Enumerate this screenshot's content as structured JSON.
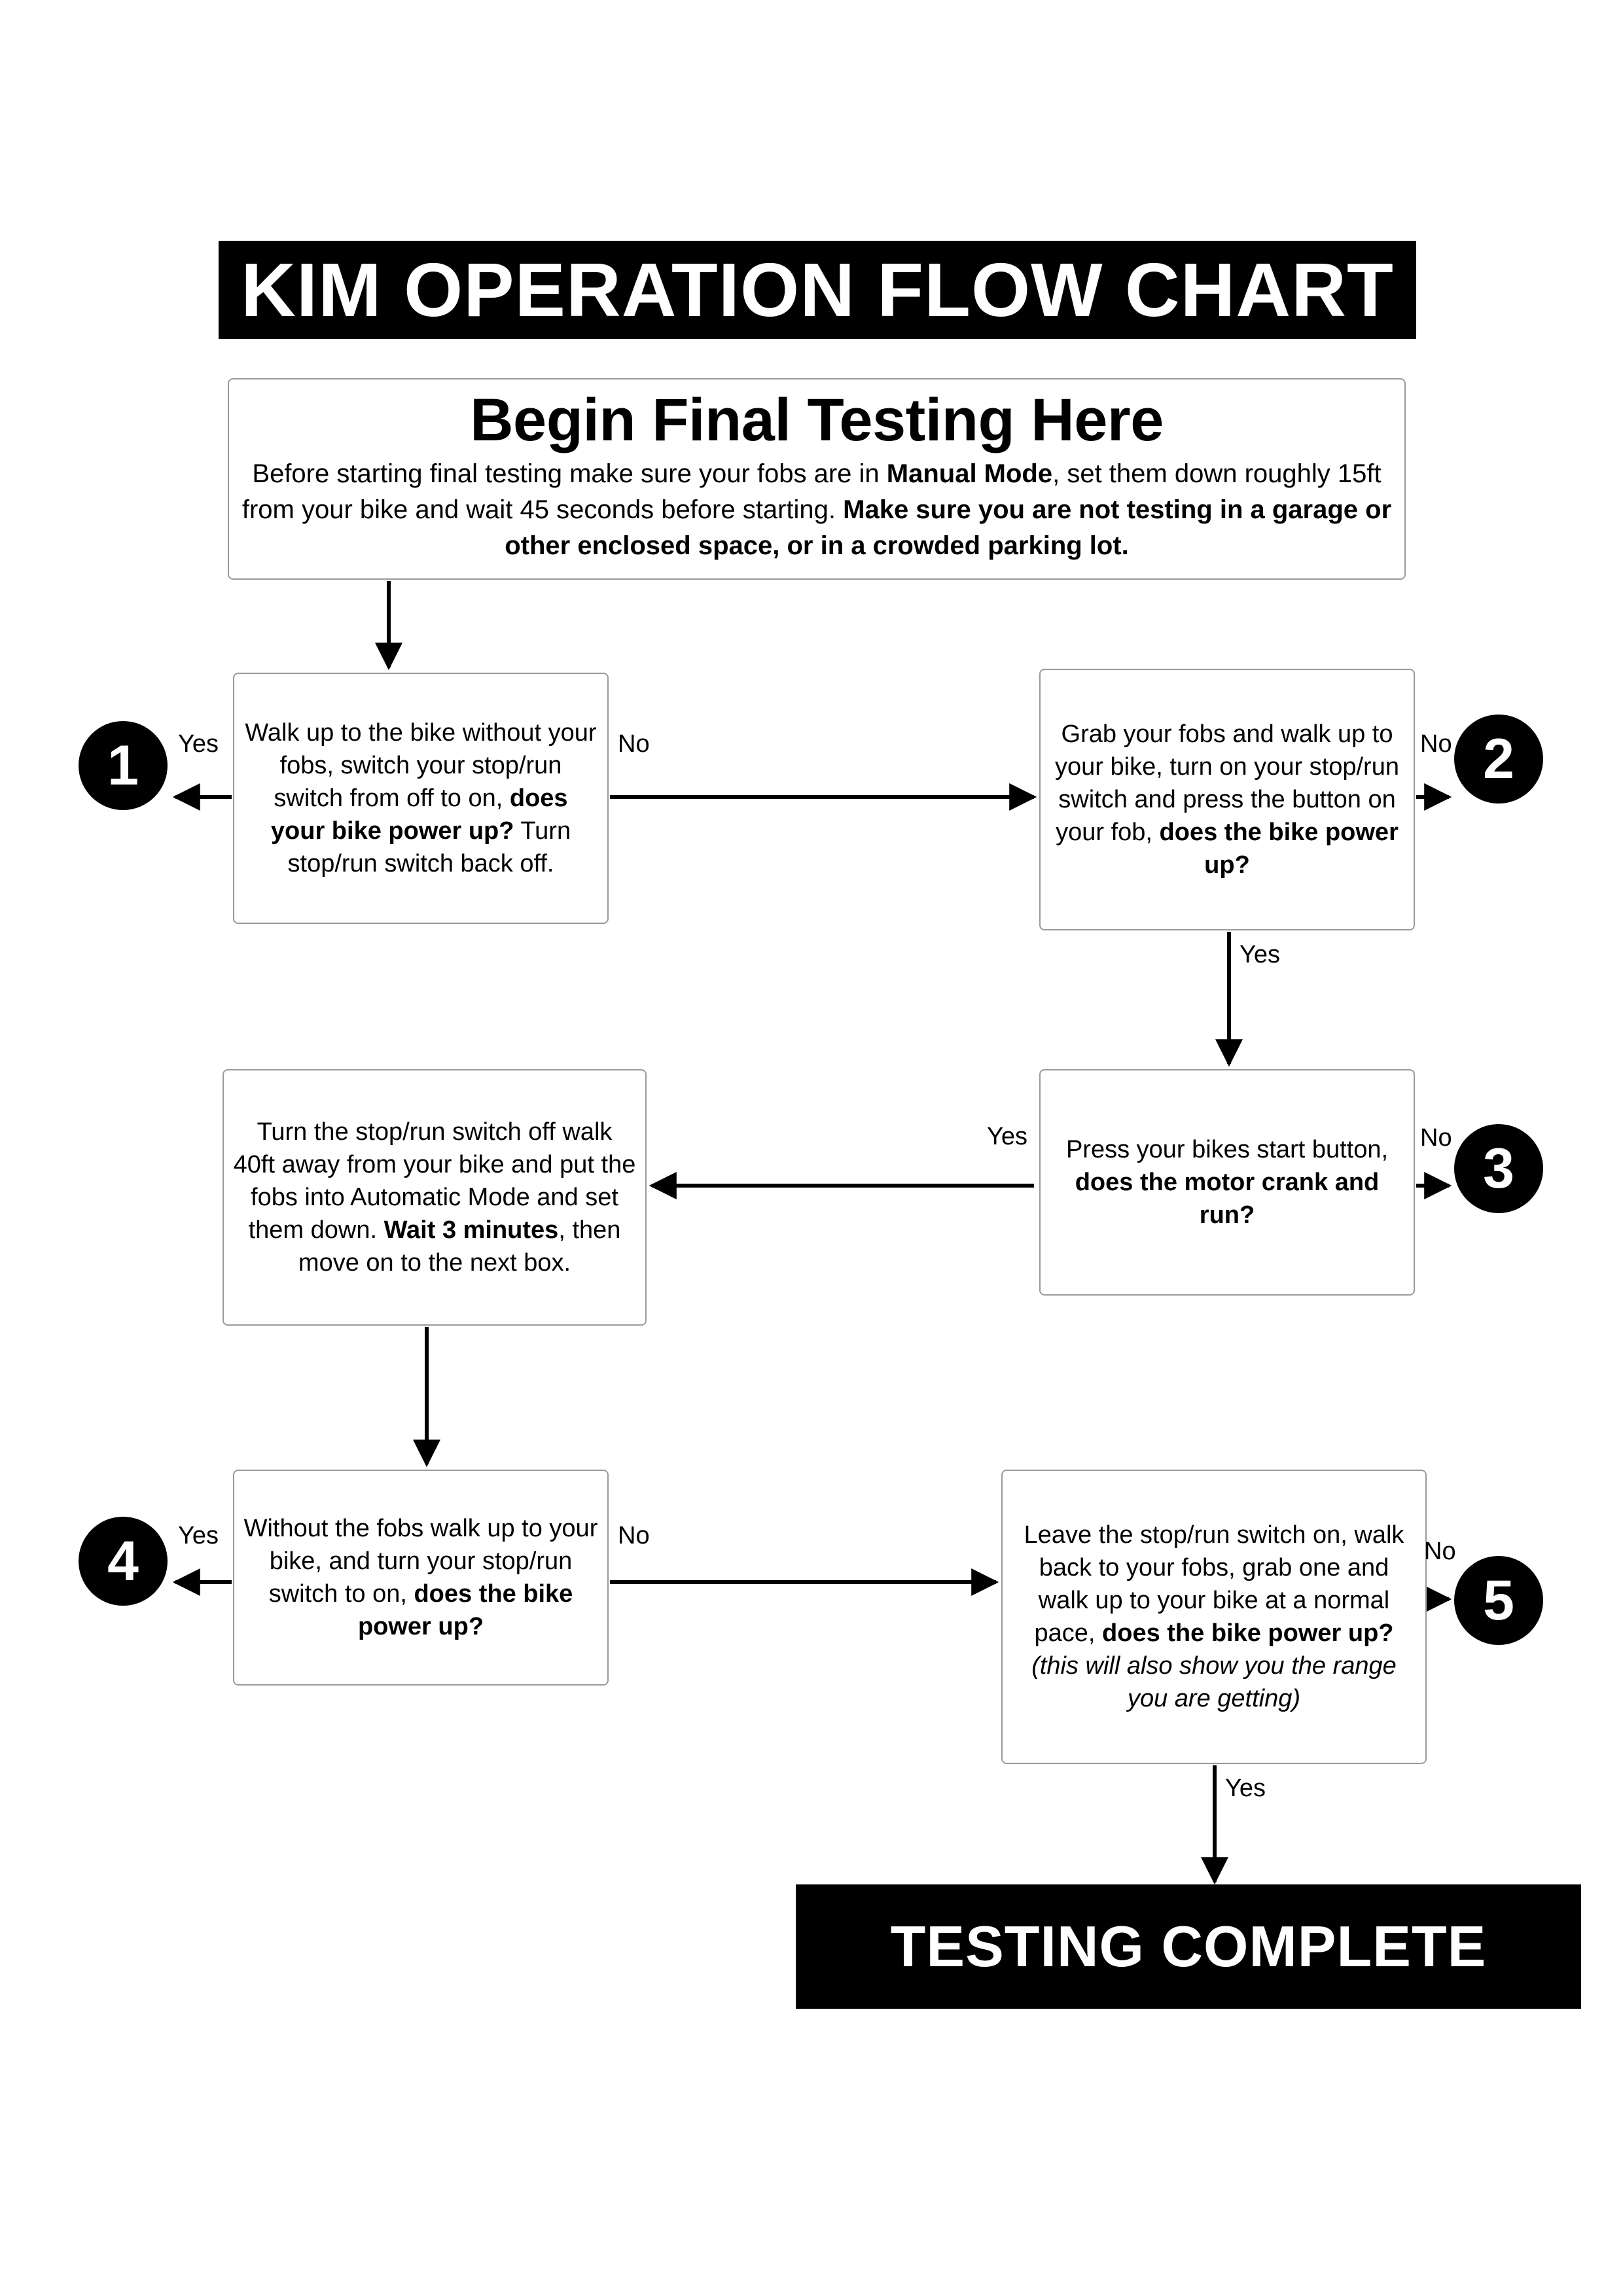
{
  "header": {
    "title": "KIM OPERATION FLOW CHART"
  },
  "intro": {
    "heading": "Begin Final Testing Here",
    "body_part1": "Before starting final testing make sure your fobs are in ",
    "body_bold1": "Manual Mode",
    "body_part2": ", set them down roughly 15ft from your bike and wait 45 seconds before starting. ",
    "body_bold2": "Make sure you are not testing in a garage or other enclosed space, or in a crowded parking lot."
  },
  "boxes": {
    "box1": {
      "text_a": "Walk up to the bike without your fobs, switch your stop/run switch from off to on, ",
      "text_b": "does your bike power up?",
      "text_c": " Turn stop/run switch back off."
    },
    "box2": {
      "text_a": "Grab your fobs and walk up to your bike, turn on your stop/run switch and press the button on your fob, ",
      "text_b": "does the bike power up?"
    },
    "box3": {
      "text_a": "Turn the stop/run switch off walk 40ft away from your bike and put the fobs into Automatic Mode and set them down. ",
      "text_b": "Wait 3 minutes",
      "text_c": ", then move on to the next box."
    },
    "box4": {
      "text_a": "Press your bikes start button, ",
      "text_b": "does the motor crank and run?"
    },
    "box5": {
      "text_a": "Without the fobs walk up to your bike, and turn your stop/run switch to on, ",
      "text_b": "does the bike power up?"
    },
    "box6": {
      "text_a": "Leave the stop/run switch on, walk back to your fobs, grab one and walk up to your bike at a normal pace, ",
      "text_b": "does the bike power up?",
      "text_c": " (this will also show you the range you are getting)"
    }
  },
  "badges": {
    "b1": "1",
    "b2": "2",
    "b3": "3",
    "b4": "4",
    "b5": "5"
  },
  "edges": {
    "e1_yes": "Yes",
    "e1_no": "No",
    "e2_no": "No",
    "e2_yes": "Yes",
    "e4_yes": "Yes",
    "e4_no": "No",
    "e5_yes": "Yes",
    "e5_no": "No",
    "e6_no": "No",
    "e6_yes": "Yes"
  },
  "footer": {
    "complete": "TESTING COMPLETE"
  },
  "colors": {
    "banner_bg": "#000000",
    "banner_text": "#ffffff",
    "box_border": "#9a9a9a",
    "page_bg": "#ffffff",
    "ink": "#000000"
  }
}
